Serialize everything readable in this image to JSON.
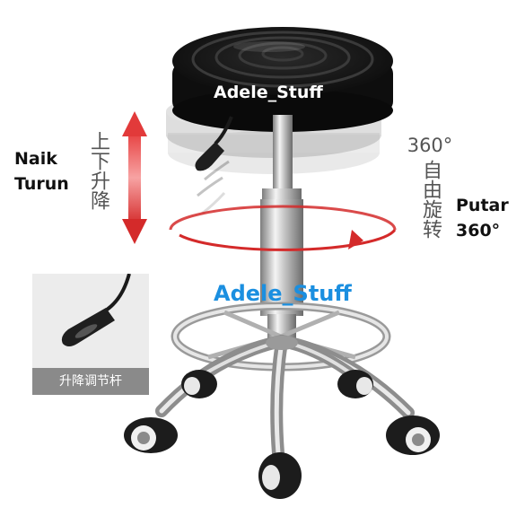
{
  "labels": {
    "naik": "Naik",
    "turun": "Turun",
    "updown_cn": "上下升降",
    "rotation_degrees": "360°",
    "rotation_cn": "自由旋转",
    "putar": "Putar",
    "putar_deg": "360°",
    "lever_caption": "升降调节杆"
  },
  "watermarks": {
    "seat": "Adele_Stuff",
    "center": "Adele_Stuff"
  },
  "colors": {
    "arrow_red": "#d42a2a",
    "watermark_blue": "#1b8fe0",
    "seat_black": "#141414",
    "chrome": "#c8c8c8",
    "caption_bg": "#8a8a8a"
  },
  "icons": {
    "updown_arrow": "double-headed-vertical-arrow",
    "rotation_arrow": "circular-rotation-arrow"
  }
}
